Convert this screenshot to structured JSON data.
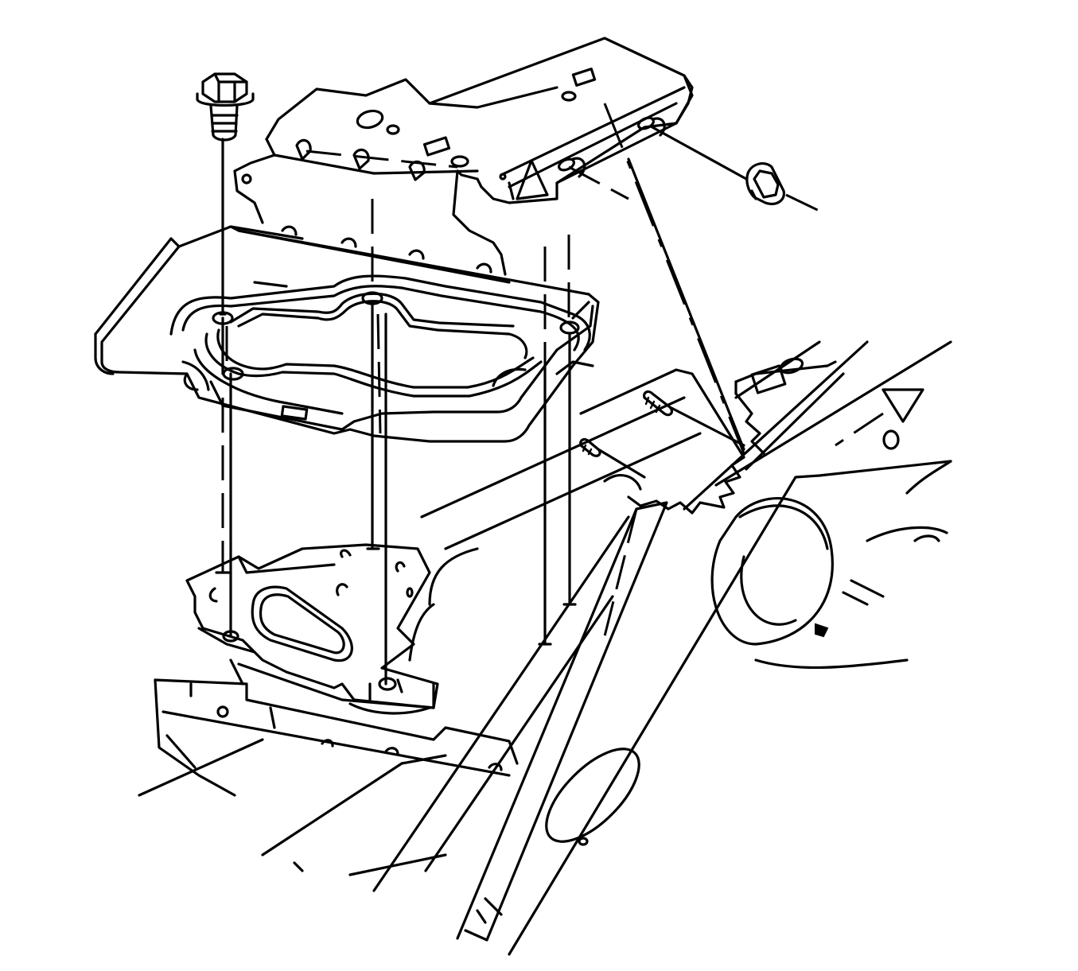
{
  "illustration": {
    "kind": "exploded-assembly-line-drawing",
    "colors": {
      "ink": "#000000",
      "paper": "#ffffff"
    },
    "parts": [
      {
        "id": "upper-bracket",
        "icon": "bracket-plate-icon"
      },
      {
        "id": "tray-plate",
        "icon": "tray-plate-icon"
      },
      {
        "id": "lower-frame-mount",
        "icon": "frame-mount-icon"
      },
      {
        "id": "vehicle-frame-rail",
        "icon": "frame-rail-icon"
      },
      {
        "id": "flange-bolt",
        "icon": "bolt-icon"
      },
      {
        "id": "hex-nut",
        "icon": "nut-icon"
      },
      {
        "id": "stud-bolt-upper",
        "icon": "stud-icon"
      },
      {
        "id": "stud-bolt-lower",
        "icon": "stud-icon"
      },
      {
        "id": "front-arrow",
        "icon": "triangle-arrow-icon"
      }
    ]
  }
}
